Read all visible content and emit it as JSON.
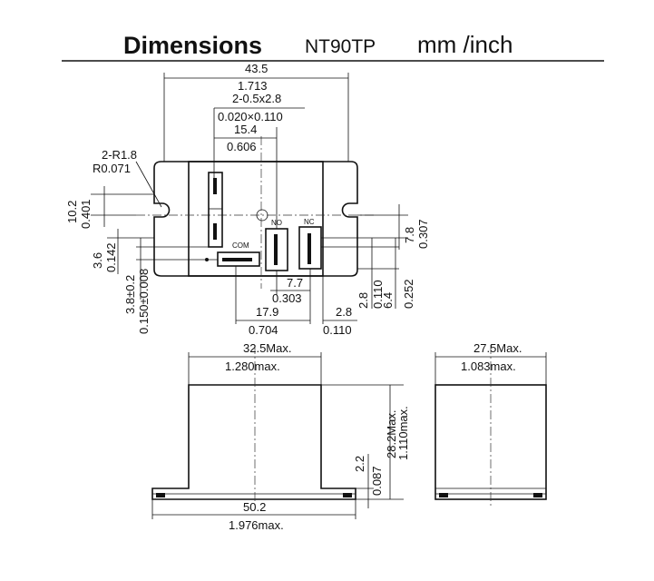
{
  "title": {
    "main": "Dimensions",
    "model": "NT90TP",
    "units": "mm /inch"
  },
  "top_view": {
    "width_mm": "43.5",
    "width_in": "1.713",
    "tab_mm": "2-0.5x2.8",
    "tab_in": "0.020×0.110",
    "pin_spacing_mm": "15.4",
    "pin_spacing_in": "0.606",
    "radius_mm": "2-R1.8",
    "radius_in": "R0.071",
    "hole_offset_mm": "10.2",
    "hole_offset_in": "0.401",
    "com_offset_mm": "3.6",
    "com_offset_in": "0.142",
    "com_pos_mm": "3.8±0.2",
    "com_pos_in": "0.150±0.008",
    "no_label": "NO",
    "nc_label": "NC",
    "com_label": "COM",
    "right_mm": "7.8",
    "right_in": "0.307",
    "gap_mm": "7.7",
    "gap_in": "0.303",
    "com_to_no_mm": "17.9",
    "com_to_no_in": "0.704",
    "nc_small_mm": "2.8",
    "nc_small_in": "0.110",
    "v_small_mm": "2.8",
    "v_small_in": "0.110",
    "v_mid_mm": "6.4",
    "v_mid_in": "0.252"
  },
  "front_view": {
    "width_mm": "32.5Max.",
    "width_in": "1.280max.",
    "height_mm": "28.2Max.",
    "height_in": "1.110max.",
    "base_mm": "2.2",
    "base_in": "0.087",
    "flange_mm": "50.2",
    "flange_in": "1.976max."
  },
  "side_view": {
    "width_mm": "27.5Max.",
    "width_in": "1.083max."
  }
}
